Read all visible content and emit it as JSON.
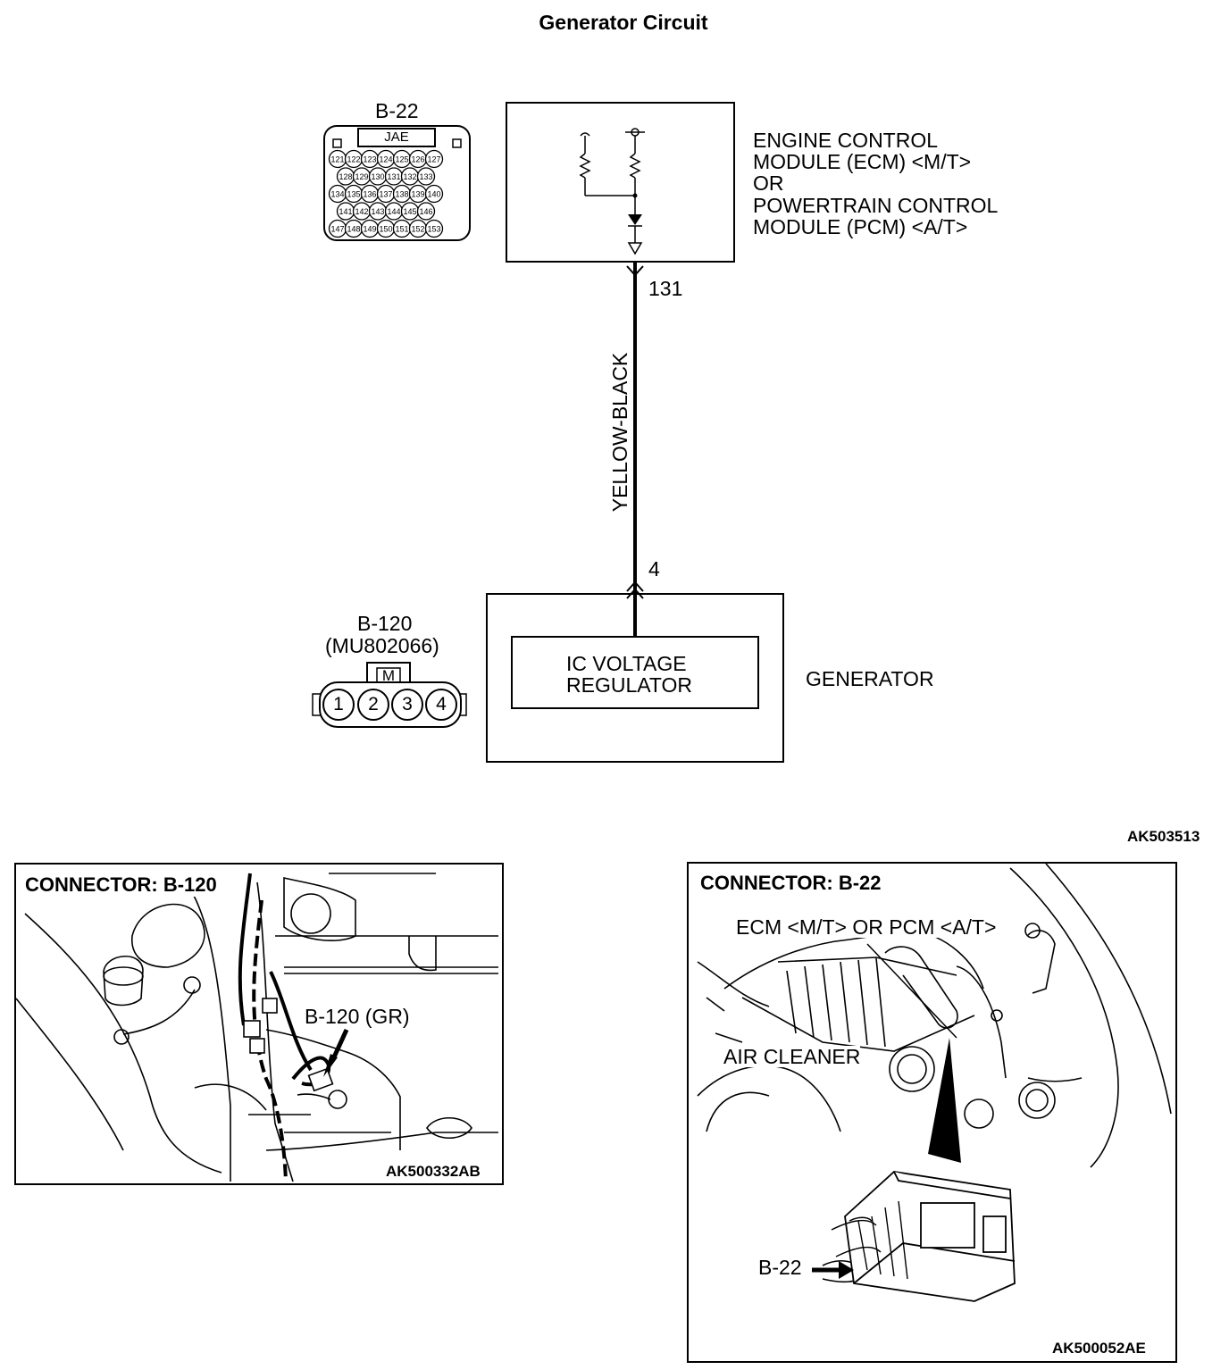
{
  "title": "Generator Circuit",
  "connector_b22": {
    "id": "B-22",
    "maker": "JAE",
    "pins_row1": [
      "121",
      "122",
      "123",
      "124",
      "125",
      "126",
      "127"
    ],
    "pins_row2": [
      "128",
      "129",
      "130",
      "131",
      "132",
      "133"
    ],
    "pins_row3": [
      "134",
      "135",
      "136",
      "137",
      "138",
      "139",
      "140"
    ],
    "pins_row4": [
      "141",
      "142",
      "143",
      "144",
      "145",
      "146"
    ],
    "pins_row5": [
      "147",
      "148",
      "149",
      "150",
      "151",
      "152",
      "153"
    ]
  },
  "ecm": {
    "line1": "ENGINE CONTROL",
    "line2": "MODULE (ECM) <M/T>",
    "line3": "OR",
    "line4": "POWERTRAIN CONTROL",
    "line5": "MODULE (PCM) <A/T>"
  },
  "wire": {
    "ecm_pin": "131",
    "color": "YELLOW-BLACK",
    "gen_pin": "4"
  },
  "connector_b120": {
    "id": "B-120",
    "part": "(MU802066)",
    "key": "M",
    "pins": [
      "1",
      "2",
      "3",
      "4"
    ]
  },
  "generator": {
    "label": "GENERATOR",
    "regulator_line1": "IC VOLTAGE",
    "regulator_line2": "REGULATOR"
  },
  "figure_code": "AK503513",
  "panel_left": {
    "title": "CONNECTOR: B-120",
    "callout": "B-120 (GR)",
    "code": "AK500332AB"
  },
  "panel_right": {
    "title": "CONNECTOR: B-22",
    "callout_ecm": "ECM <M/T> OR PCM <A/T>",
    "callout_air": "AIR CLEANER",
    "callout_b22": "B-22",
    "code": "AK500052AE"
  }
}
